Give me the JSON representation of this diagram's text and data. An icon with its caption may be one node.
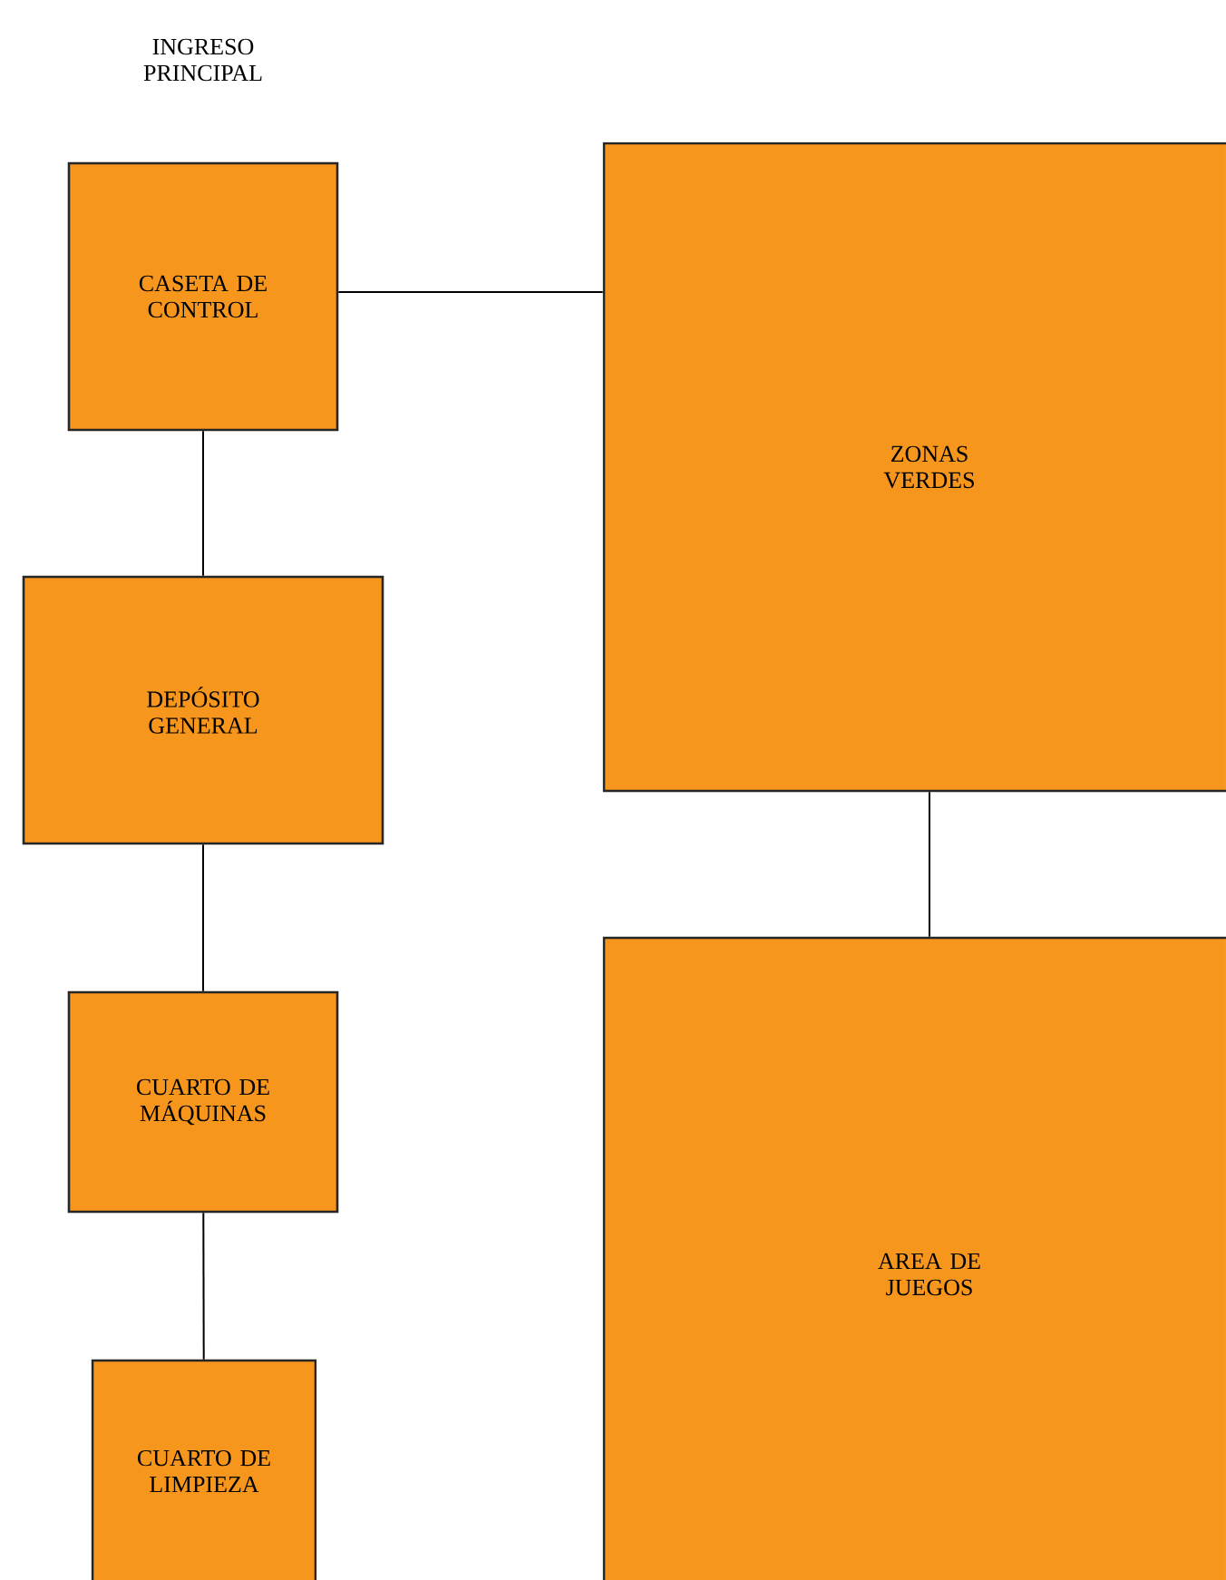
{
  "diagram": {
    "nodes": [
      {
        "text": [
          "CASETA DE CONTROL"
        ]
      },
      {
        "text": [
          "DEPÓSITO GENERAL"
        ]
      },
      {
        "text": [
          "CUARTO DE MÁQUINAS"
        ]
      },
      {
        "text": [
          "CUARTO DE LIMPIEZA"
        ]
      },
      {
        "text": [
          "ZONAS VERDES"
        ]
      },
      {
        "text": [
          "AREA DE JUEGOS"
        ]
      }
    ],
    "edges": [
      {
        "from": 0,
        "to": 4,
        "arrow": "none"
      },
      {
        "from": 0,
        "to": 1,
        "arrow": "none"
      },
      {
        "from": 1,
        "to": 2,
        "arrow": "none"
      },
      {
        "from": 2,
        "to": 3,
        "arrow": "none"
      },
      {
        "from": 4,
        "to": 5,
        "arrow": "none"
      }
    ],
    "labels": [
      "INGRESO PRINCIPAL"
    ]
  }
}
